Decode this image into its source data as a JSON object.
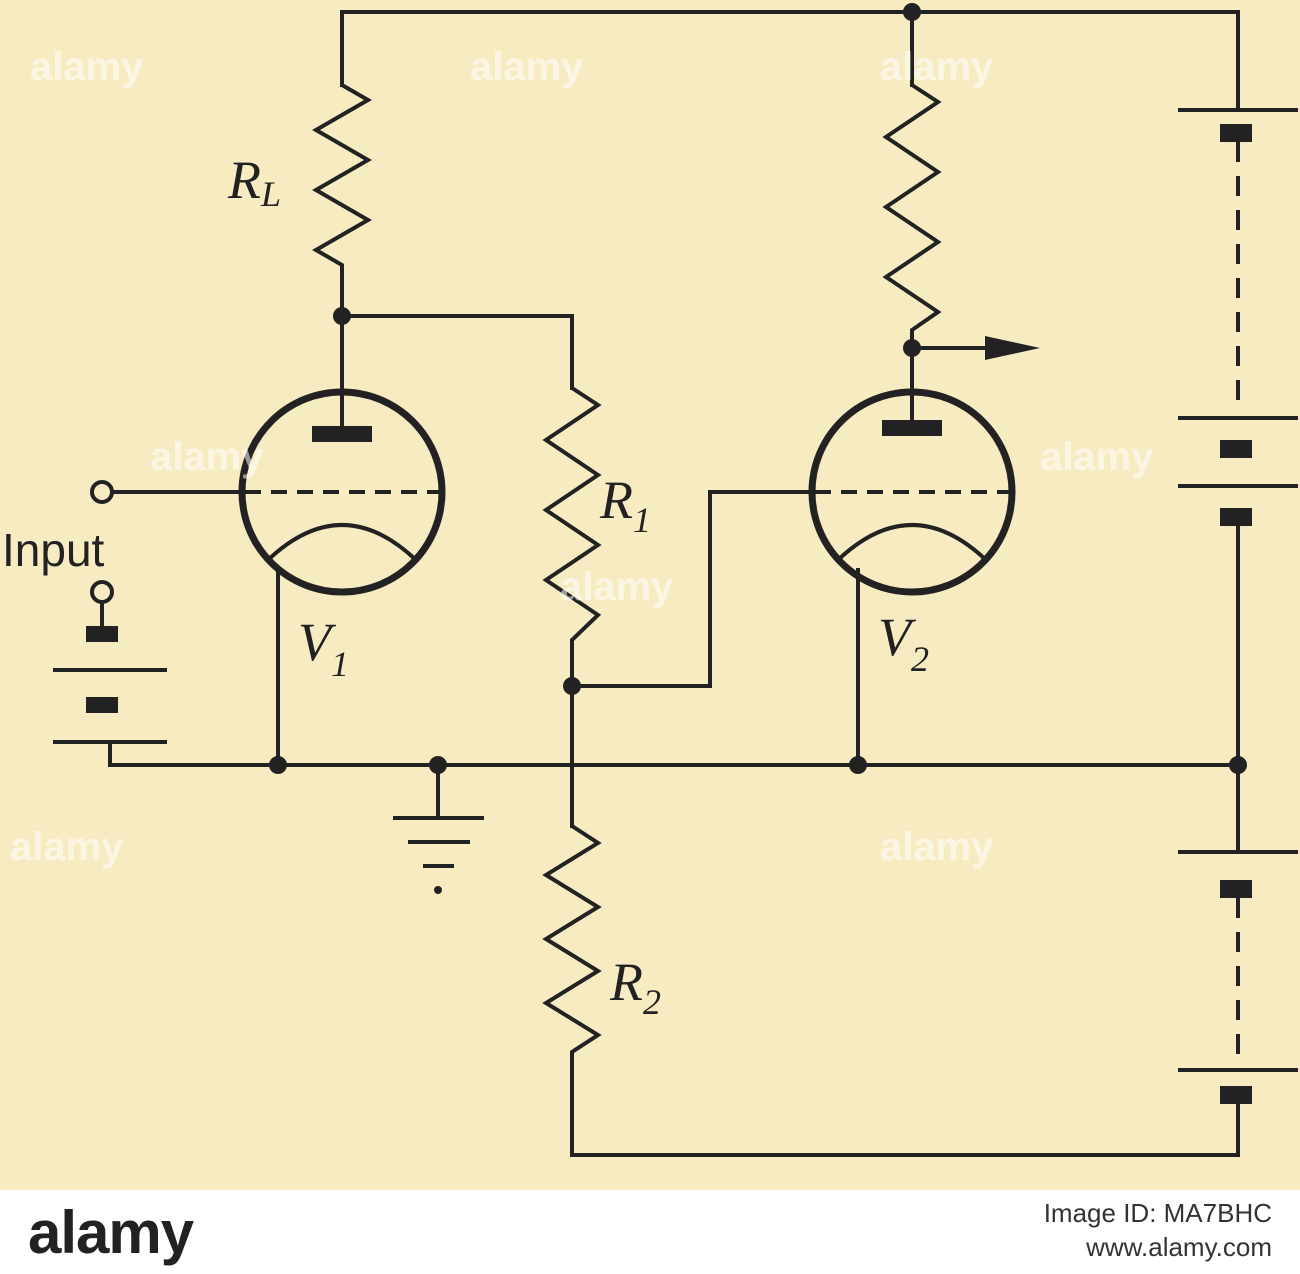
{
  "diagram": {
    "labels": {
      "rl_main": "R",
      "rl_sub": "L",
      "r1_main": "R",
      "r1_sub": "1",
      "r2_main": "R",
      "r2_sub": "2",
      "v1_main": "V",
      "v1_sub": "1",
      "v2_main": "V",
      "v2_sub": "2",
      "input": "Input"
    }
  },
  "watermark": {
    "text": "alamy"
  },
  "footer": {
    "logo": "alamy",
    "image_id": "Image ID: MA7BHC",
    "url": "www.alamy.com"
  }
}
